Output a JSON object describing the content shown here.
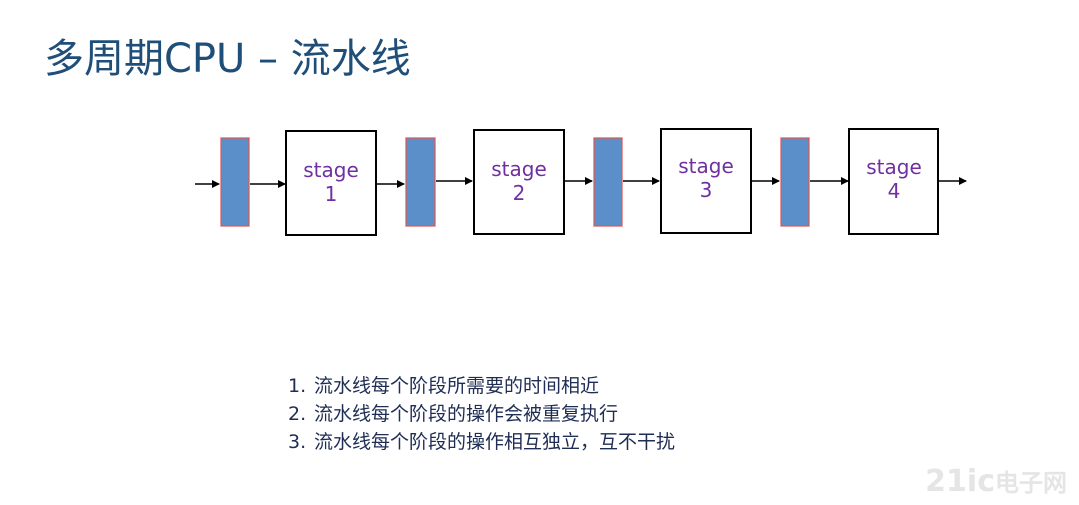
{
  "title": "多周期CPU – 流水线",
  "diagram": {
    "stages": [
      {
        "label": "stage",
        "number": "1"
      },
      {
        "label": "stage",
        "number": "2"
      },
      {
        "label": "stage",
        "number": "3"
      },
      {
        "label": "stage",
        "number": "4"
      }
    ],
    "colors": {
      "register_fill": "#5b8fc9",
      "register_border": "#e0554f",
      "stage_text": "#7030a0",
      "box_border": "#000000"
    }
  },
  "notes": [
    {
      "num": "1.",
      "text": "流水线每个阶段所需要的时间相近"
    },
    {
      "num": "2.",
      "text": "流水线每个阶段的操作会被重复执行"
    },
    {
      "num": "3.",
      "text": "流水线每个阶段的操作相互独立，互不干扰"
    }
  ],
  "watermark": {
    "main": "21ic",
    "sub": "电子网"
  }
}
